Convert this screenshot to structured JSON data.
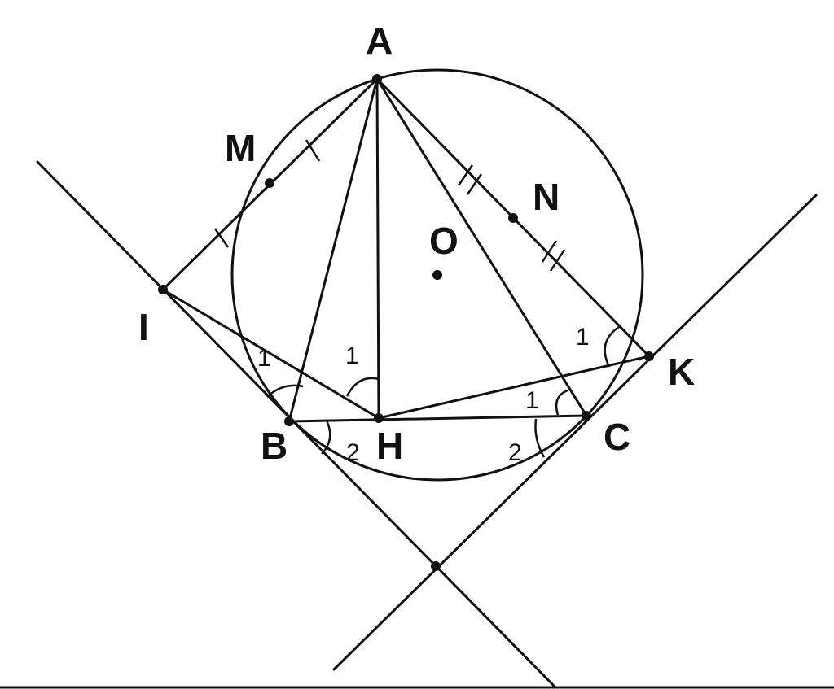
{
  "diagram": {
    "points": {
      "A": "A",
      "B": "B",
      "C": "C",
      "H": "H",
      "I": "I",
      "K": "K",
      "M": "M",
      "N": "N",
      "O": "O"
    },
    "angle_marks": {
      "B1": "1",
      "B2": "2",
      "H1": "1",
      "C1": "1",
      "C2": "2",
      "K1": "1"
    },
    "colors": {
      "ink": "#111111",
      "background": "#ffffff"
    }
  }
}
